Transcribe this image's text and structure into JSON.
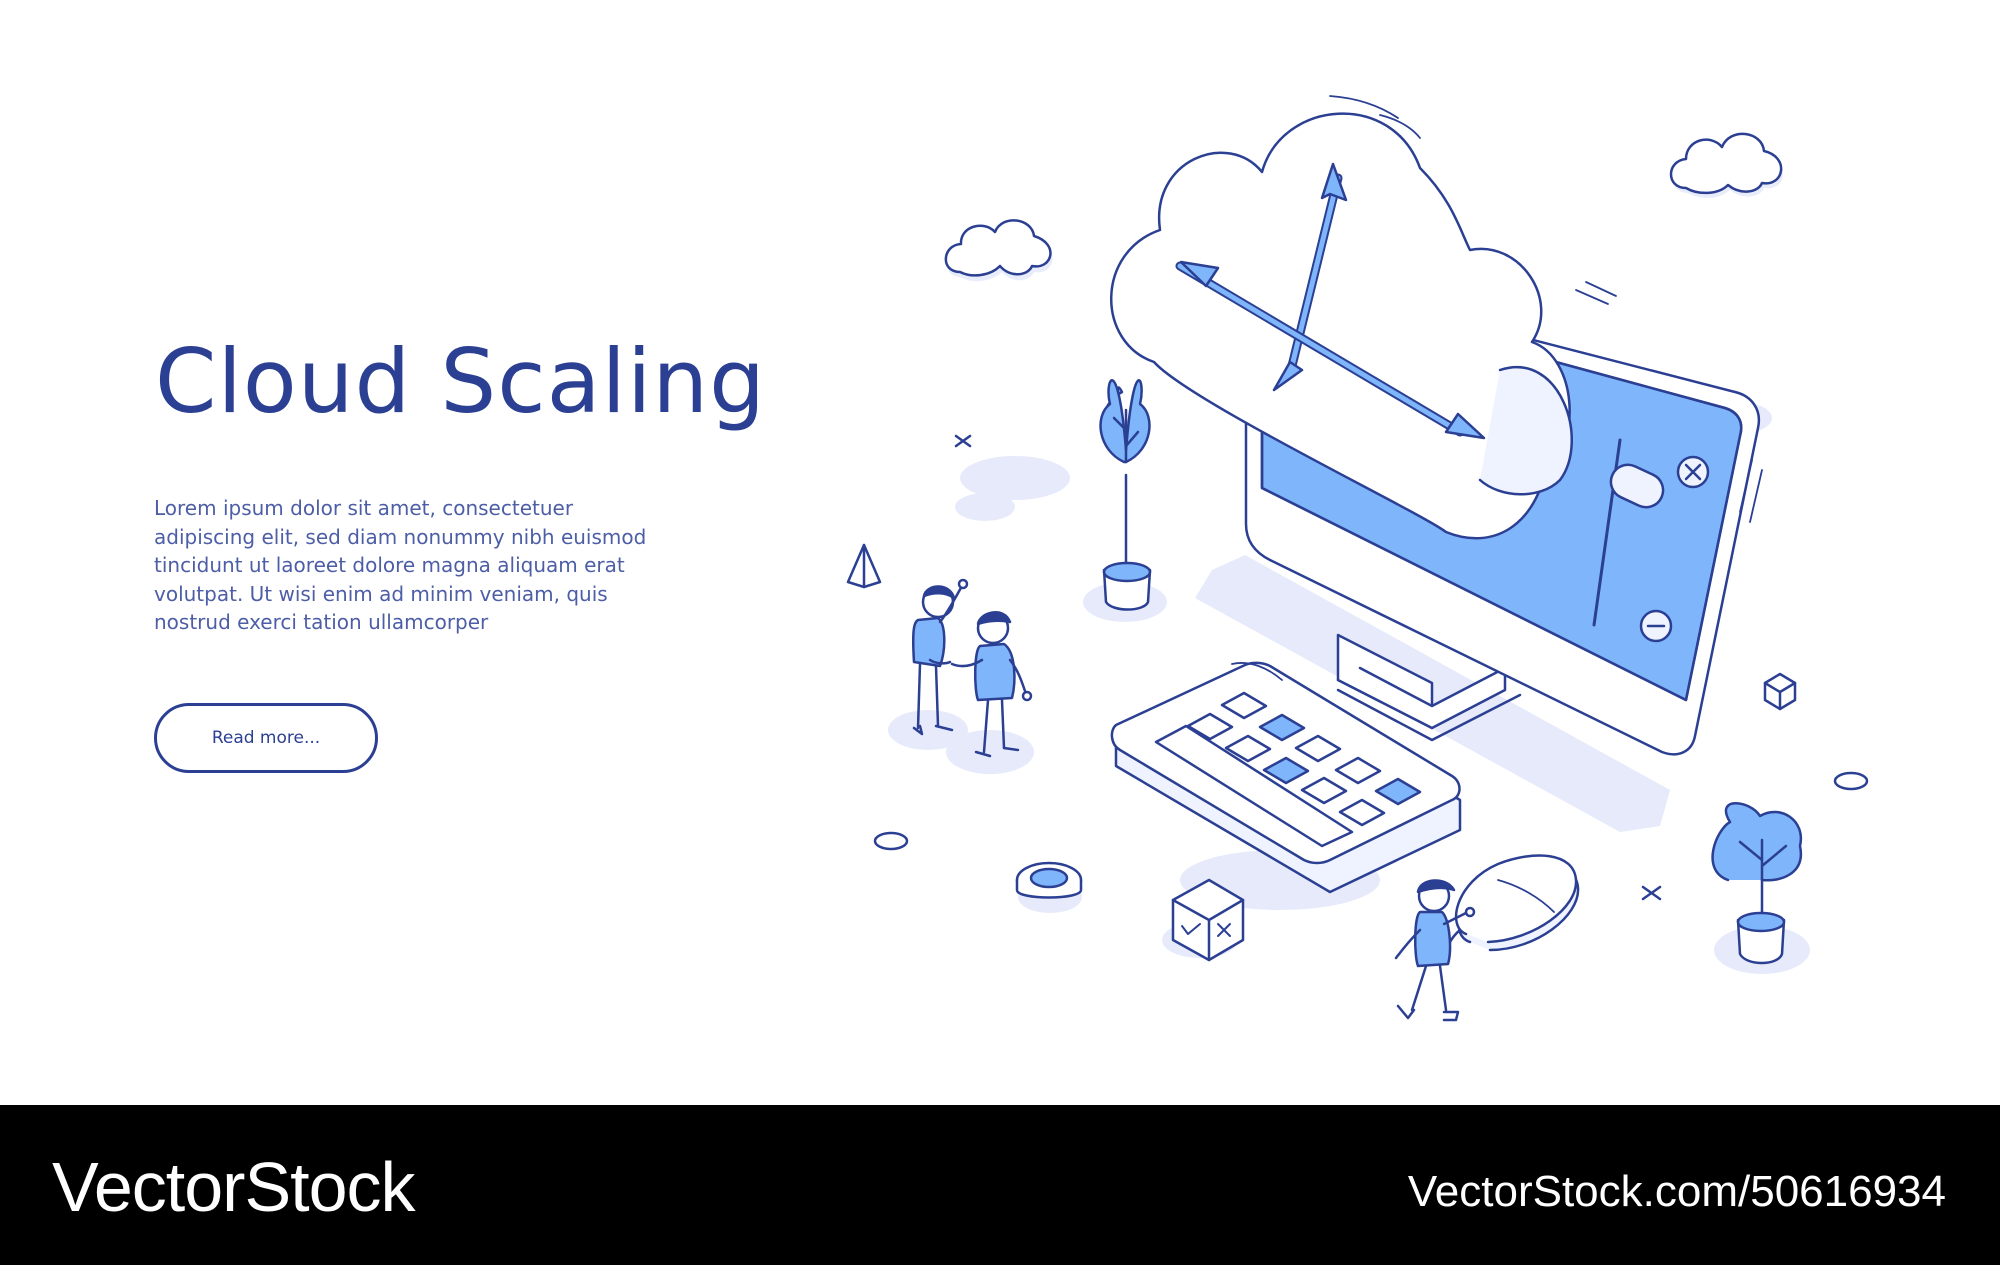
{
  "hero": {
    "title": "Cloud Scaling",
    "body_lines": [
      "Lorem ipsum dolor sit amet, consectetuer",
      "adipiscing elit, sed diam nonummy nibh euismod",
      "tincidunt ut laoreet dolore magna aliquam erat",
      "volutpat. Ut wisi enim ad minim veniam, quis",
      "nostrud exerci tation ullamcorper"
    ],
    "button_label": "Read more..."
  },
  "footer": {
    "brand": "VectorStock",
    "url": "VectorStock.com/50616934"
  },
  "illustration": {
    "icons": [
      "cloud-icon",
      "scale-arrows-icon",
      "monitor-icon",
      "keyboard-icon",
      "mouse-icon",
      "plant-icon",
      "person-icon",
      "box-icon",
      "plus-icon",
      "minus-icon"
    ],
    "colors": {
      "outline": "#2b3f93",
      "accent": "#6aa6f8",
      "accent_light": "#8dbdfd",
      "shadow": "#e6eafb",
      "text": "#2b3f93",
      "footer_bg": "#000000"
    }
  }
}
